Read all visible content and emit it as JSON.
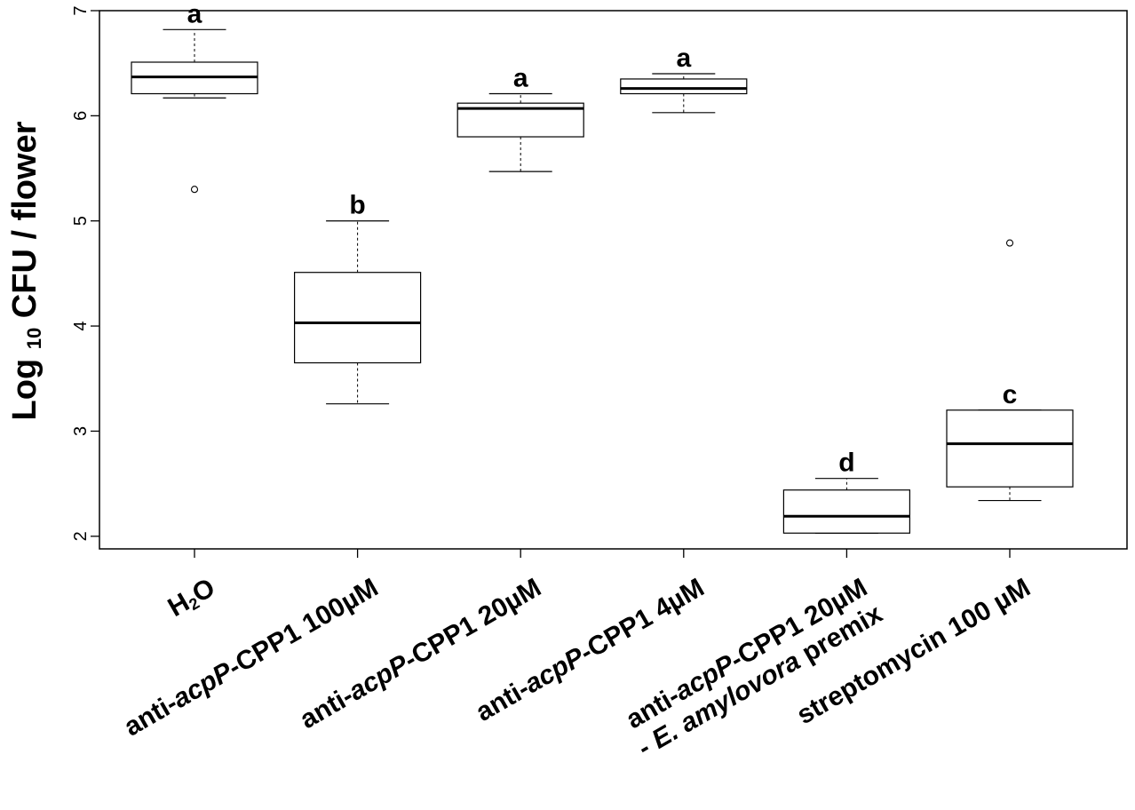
{
  "chart_data": {
    "type": "box",
    "ylabel": {
      "pre": "Log",
      "sub": "10",
      "post": " CFU / flower"
    },
    "ylim": [
      1.88,
      7.0
    ],
    "yticks": [
      2,
      3,
      4,
      5,
      6,
      7
    ],
    "grid": false,
    "categories": [
      {
        "parts": [
          {
            "t": "H",
            "i": false
          },
          {
            "t": "2",
            "i": false,
            "sub": true
          },
          {
            "t": "O",
            "i": false
          }
        ]
      },
      {
        "parts": [
          {
            "t": "anti-",
            "i": false
          },
          {
            "t": "acpP",
            "i": true
          },
          {
            "t": "-CPP1 100µM",
            "i": false
          }
        ]
      },
      {
        "parts": [
          {
            "t": "anti-",
            "i": false
          },
          {
            "t": "acpP",
            "i": true
          },
          {
            "t": "-CPP1 20µM",
            "i": false
          }
        ]
      },
      {
        "parts": [
          {
            "t": "anti-",
            "i": false
          },
          {
            "t": "acpP",
            "i": true
          },
          {
            "t": "-CPP1 4µM",
            "i": false
          }
        ]
      },
      {
        "parts": [
          {
            "t": "anti-",
            "i": false
          },
          {
            "t": "acpP",
            "i": true
          },
          {
            "t": "-CPP1 20µM",
            "i": false
          }
        ],
        "parts2": [
          {
            "t": "- ",
            "i": false
          },
          {
            "t": "E. amylovora",
            "i": true
          },
          {
            "t": " premix",
            "i": false
          }
        ]
      },
      {
        "parts": [
          {
            "t": "streptomycin 100 µM",
            "i": false
          }
        ]
      }
    ],
    "boxes": [
      {
        "whisker_low": 6.17,
        "q1": 6.21,
        "median": 6.37,
        "q3": 6.51,
        "whisker_high": 6.82,
        "outliers": [
          5.3
        ],
        "letter": "a"
      },
      {
        "whisker_low": 3.26,
        "q1": 3.65,
        "median": 4.03,
        "q3": 4.51,
        "whisker_high": 5.0,
        "outliers": [],
        "letter": "b"
      },
      {
        "whisker_low": 5.47,
        "q1": 5.8,
        "median": 6.07,
        "q3": 6.12,
        "whisker_high": 6.21,
        "outliers": [],
        "letter": "a"
      },
      {
        "whisker_low": 6.03,
        "q1": 6.21,
        "median": 6.26,
        "q3": 6.35,
        "whisker_high": 6.4,
        "outliers": [],
        "letter": "a"
      },
      {
        "whisker_low": 2.03,
        "q1": 2.03,
        "median": 2.19,
        "q3": 2.44,
        "whisker_high": 2.55,
        "outliers": [],
        "letter": "d"
      },
      {
        "whisker_low": 2.34,
        "q1": 2.47,
        "median": 2.88,
        "q3": 3.2,
        "whisker_high": 3.2,
        "outliers": [
          4.79
        ],
        "letter": "c"
      }
    ]
  }
}
